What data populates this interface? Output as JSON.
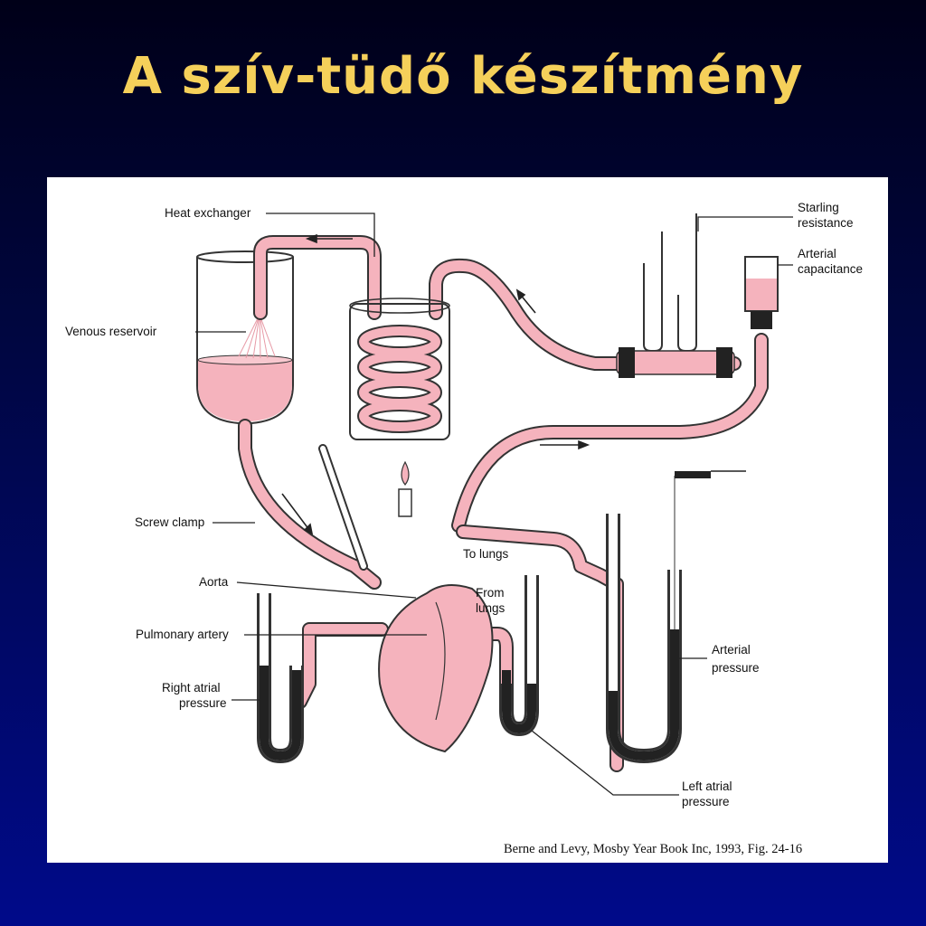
{
  "title": "A szív-tüdő készítmény",
  "labels": {
    "heat_exchanger": "Heat exchanger",
    "venous_reservoir": "Venous reservoir",
    "screw_clamp": "Screw clamp",
    "aorta": "Aorta",
    "pulmonary_artery": "Pulmonary artery",
    "right_atrial_pressure_1": "Right atrial",
    "right_atrial_pressure_2": "pressure",
    "starling_resistance_1": "Starling",
    "starling_resistance_2": "resistance",
    "arterial_capacitance_1": "Arterial",
    "arterial_capacitance_2": "capacitance",
    "to_lungs": "To lungs",
    "from_lungs_1": "From",
    "from_lungs_2": "lungs",
    "arterial_pressure_1": "Arterial",
    "arterial_pressure_2": "pressure",
    "left_atrial_pressure_1": "Left atrial",
    "left_atrial_pressure_2": "pressure"
  },
  "citation": "Berne and Levy, Mosby Year Book Inc, 1993, Fig. 24-16",
  "colors": {
    "title": "#f5d05a",
    "fluid": "#f5b3bd",
    "outline": "#333333"
  }
}
